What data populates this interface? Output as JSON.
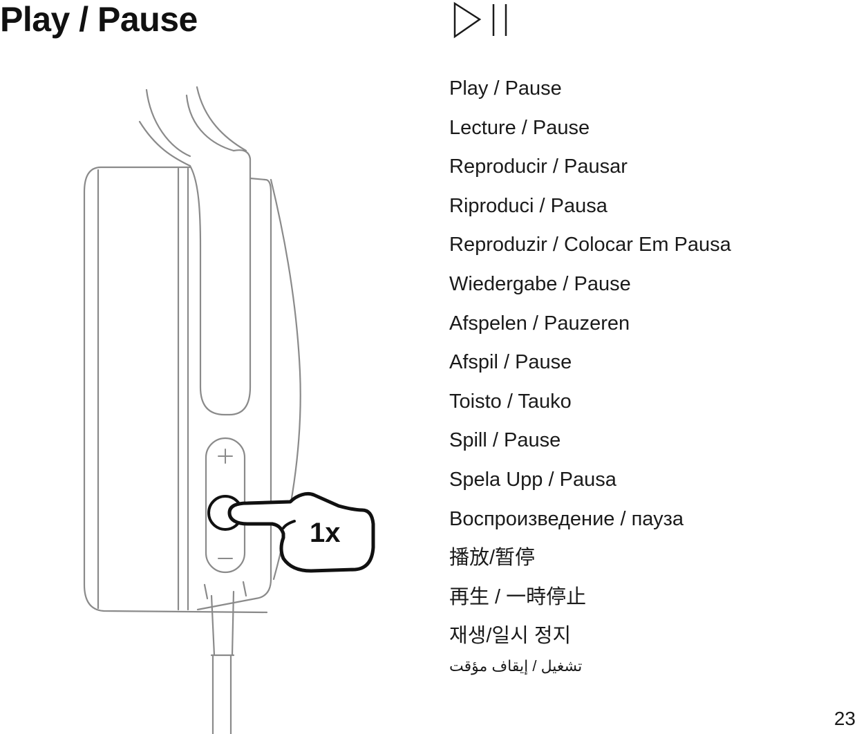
{
  "heading": {
    "title": "Play / Pause"
  },
  "illustration": {
    "press_count_label": "1x",
    "plus_symbol": "+",
    "minus_symbol": "−"
  },
  "labels": [
    "Play / Pause",
    "Lecture / Pause",
    "Reproducir / Pausar",
    "Riproduci / Pausa",
    "Reproduzir / Colocar Em Pausa",
    "Wiedergabe / Pause",
    "Afspelen / Pauzeren",
    "Afspil / Pause",
    "Toisto / Tauko",
    "Spill / Pause",
    "Spela Upp / Pausa",
    "Воспроизведение / пауза",
    "播放/暂停",
    "再生 / 一時停止",
    "재생/일시 정지",
    "تشغيل / إيقاف مؤقت"
  ],
  "footer": {
    "page_number": "23"
  },
  "icons": {
    "play_pause": "play-pause-icon",
    "hand": "pointing-hand-icon"
  },
  "colors": {
    "text": "#1a1a1a",
    "line_art": "#8a8a8a",
    "hand_outline": "#111111"
  }
}
